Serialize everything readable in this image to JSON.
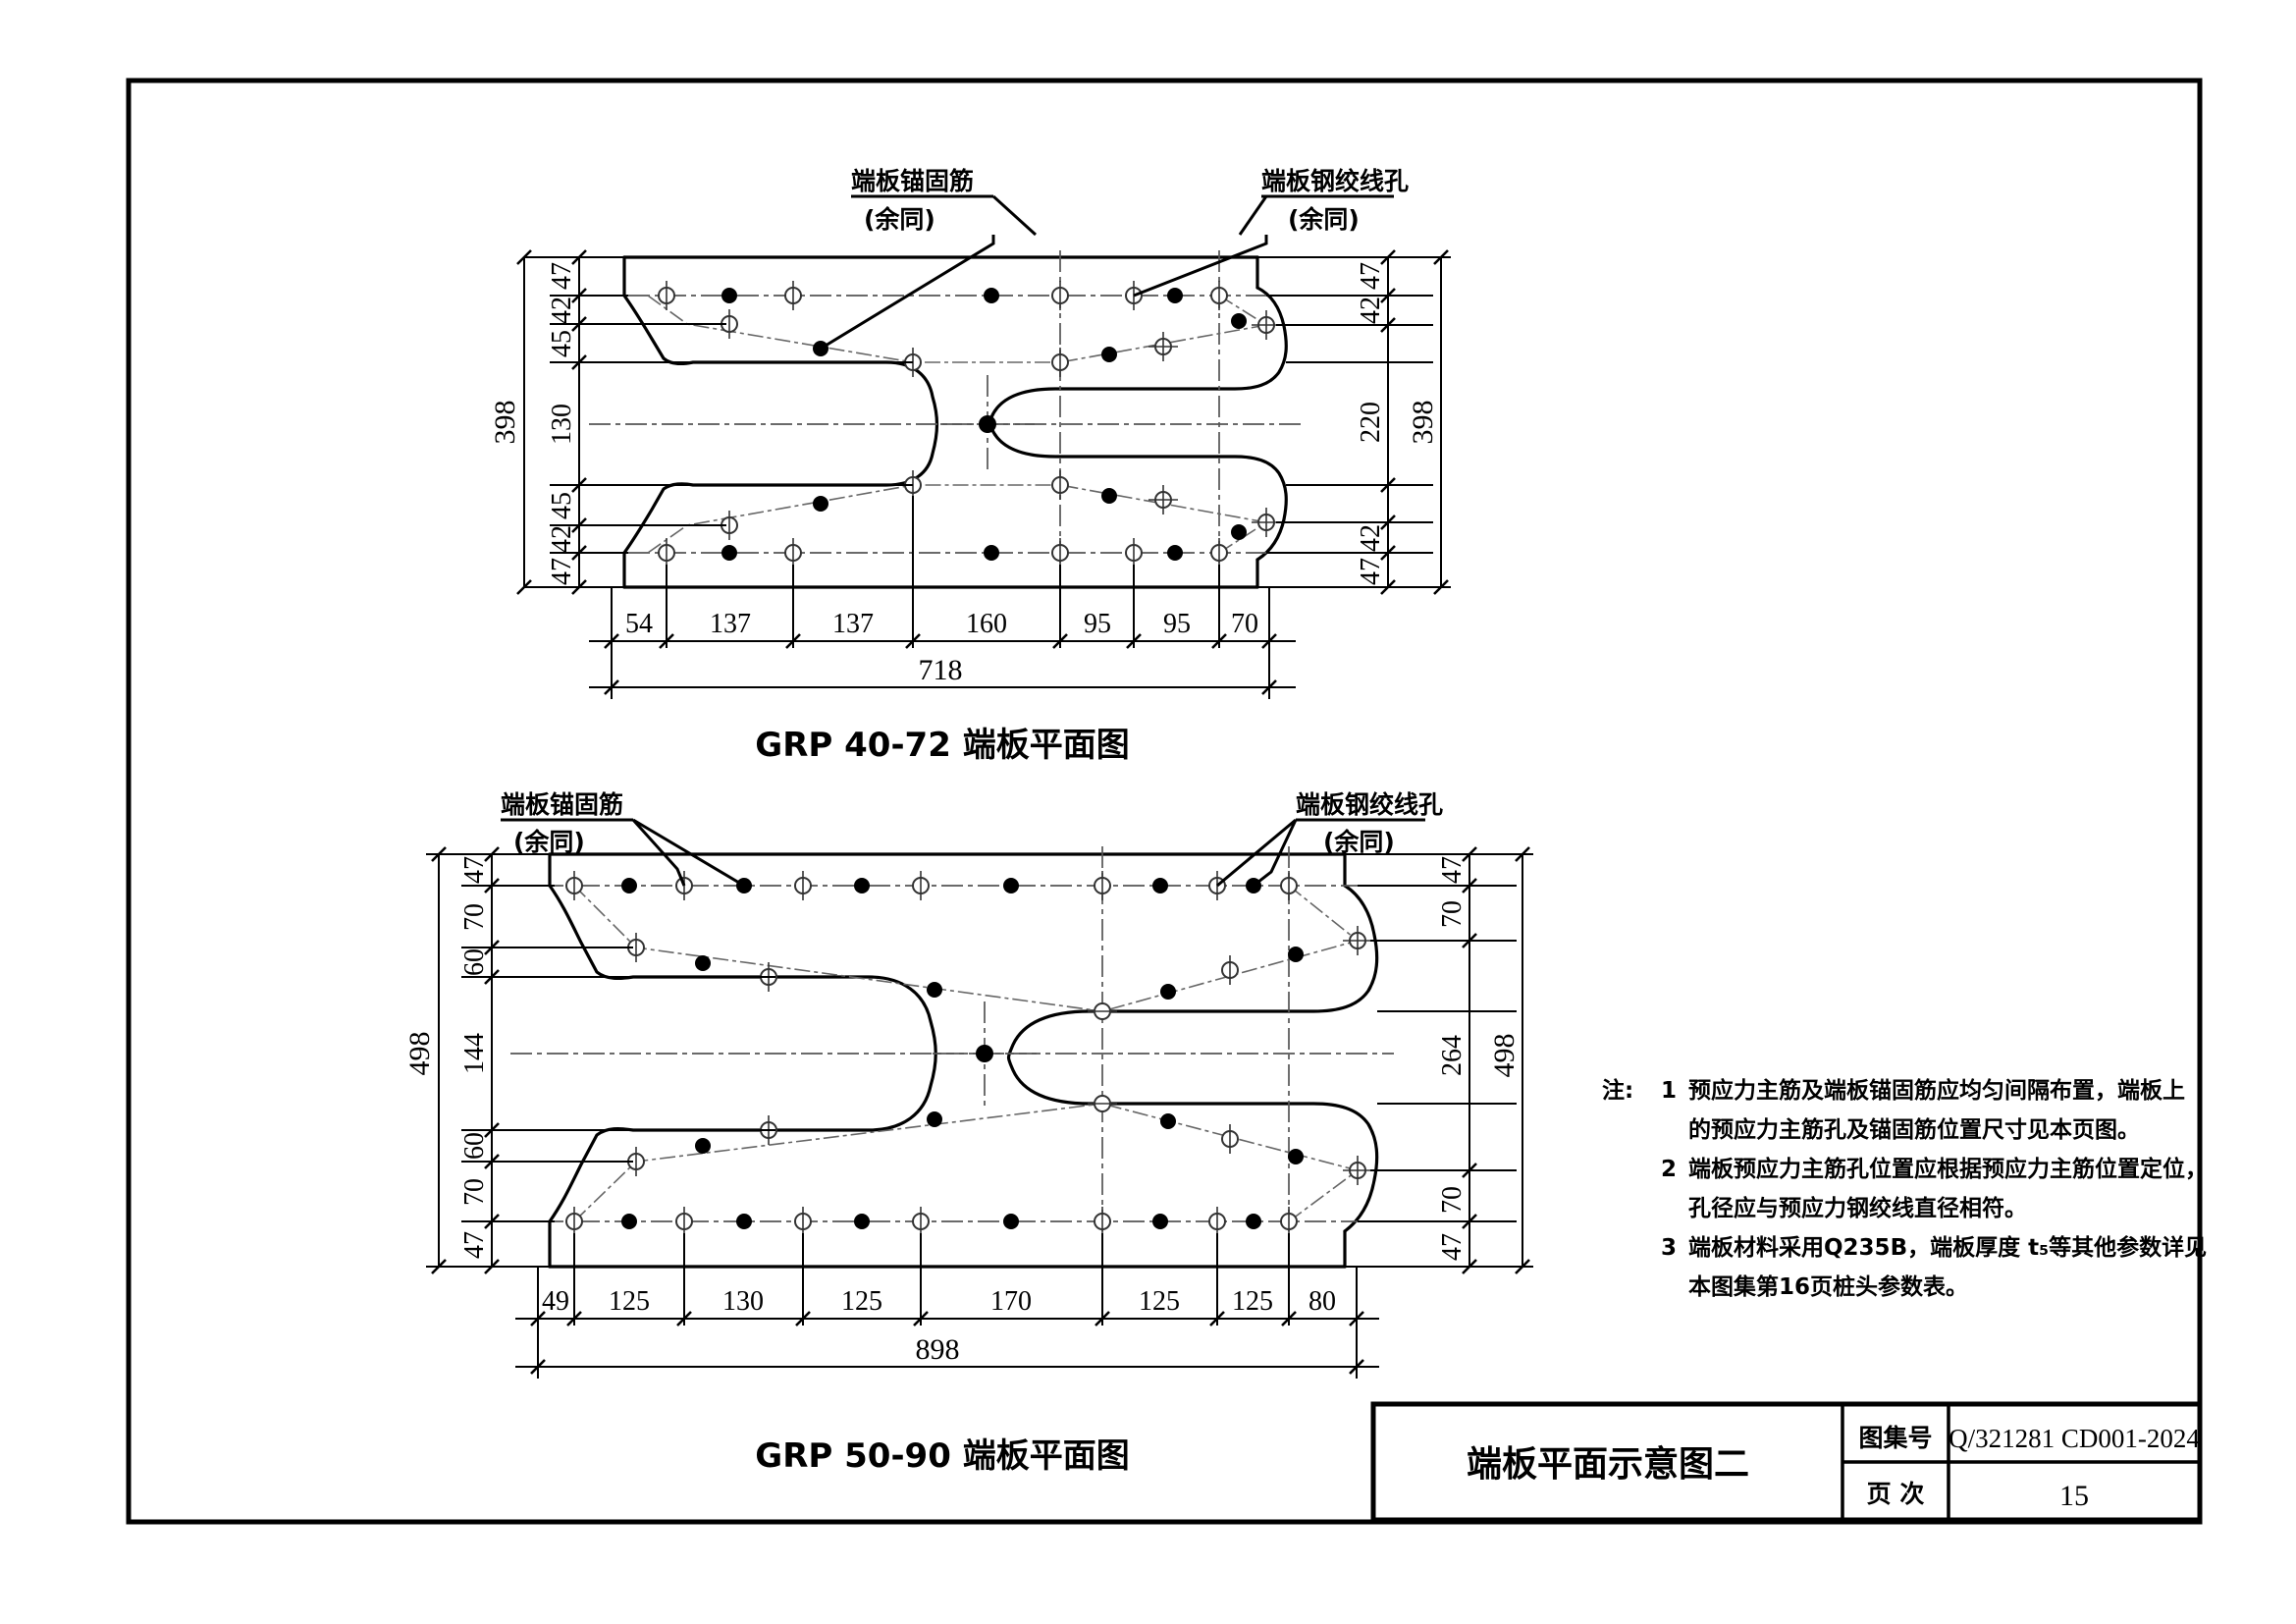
{
  "sheet": {
    "border": "outer drawing frame",
    "background": "#ffffff",
    "line_color": "#000000"
  },
  "figure1": {
    "title": "GRP 40-72 端板平面图",
    "callout_anchor": "端板锚固筋",
    "callout_anchor_sub": "(余同)",
    "callout_hole": "端板钢绞线孔",
    "callout_hole_sub": "(余同)",
    "dims_left": [
      "47",
      "42",
      "45",
      "130",
      "45",
      "42",
      "47"
    ],
    "dims_left_total": "398",
    "dims_right": [
      "47",
      "42",
      "220",
      "42",
      "47"
    ],
    "dims_right_total": "398",
    "dims_bottom": [
      "54",
      "137",
      "137",
      "160",
      "95",
      "95",
      "70"
    ],
    "dims_bottom_total": "718"
  },
  "figure2": {
    "title": "GRP 50-90 端板平面图",
    "callout_anchor": "端板锚固筋",
    "callout_anchor_sub": "(余同)",
    "callout_hole": "端板钢绞线孔",
    "callout_hole_sub": "(余同)",
    "dims_left": [
      "47",
      "70",
      "60",
      "144",
      "60",
      "70",
      "47"
    ],
    "dims_left_total": "498",
    "dims_right": [
      "47",
      "70",
      "264",
      "70",
      "47"
    ],
    "dims_right_total": "498",
    "dims_bottom": [
      "49",
      "125",
      "130",
      "125",
      "170",
      "125",
      "125",
      "80"
    ],
    "dims_bottom_total": "898"
  },
  "notes": {
    "label": "注:",
    "items": [
      {
        "num": "1",
        "lines": [
          "预应力主筋及端板锚固筋应均匀间隔布置，端板上",
          "的预应力主筋孔及锚固筋位置尺寸见本页图。"
        ]
      },
      {
        "num": "2",
        "lines": [
          "端板预应力主筋孔位置应根据预应力主筋位置定位，",
          "孔径应与预应力钢绞线直径相符。"
        ]
      },
      {
        "num": "3",
        "lines": [
          "端板材料采用Q235B，端板厚度 t₅等其他参数详见",
          "本图集第16页桩头参数表。"
        ]
      }
    ]
  },
  "titleblock": {
    "drawing_title": "端板平面示意图二",
    "atlas_label": "图集号",
    "atlas_value": "Q/321281 CD001-2024",
    "page_label": "页  次",
    "page_value": "15"
  }
}
